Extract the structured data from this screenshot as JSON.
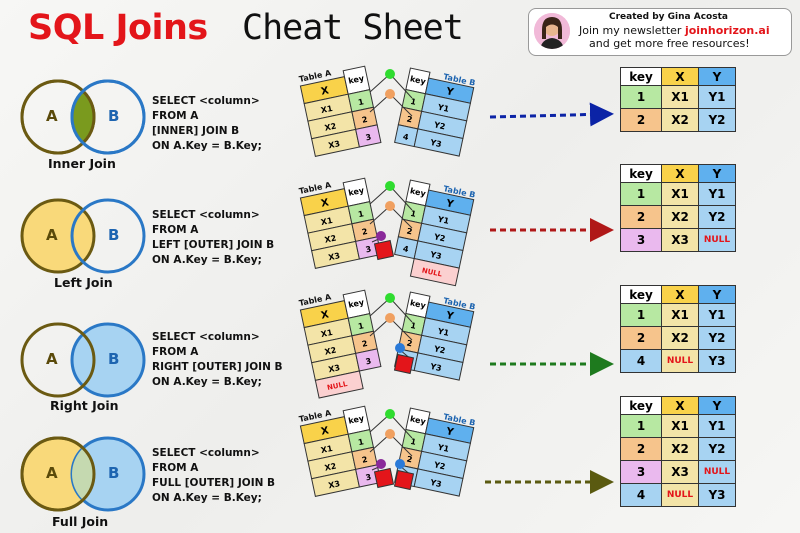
{
  "title": {
    "part1": "SQL Joins",
    "part2": "Cheat Sheet"
  },
  "credit": {
    "author": "Created by Gina Acosta",
    "line1_pre": "Join my newsletter ",
    "line1_link": "joinhorizon.ai",
    "line2": "and get more free resources!"
  },
  "colors": {
    "red": "#e3151a",
    "yellow": "#f9d24a",
    "blue": "#5fb0ee",
    "green": "#b7e8a2",
    "orange": "#f6c48c",
    "purple": "#eab9ee"
  },
  "venn": {
    "a": "A",
    "b": "B"
  },
  "labels": {
    "table_a": "Table A",
    "table_b": "Table B",
    "key": "key",
    "x": "X",
    "y": "Y",
    "null": "NULL"
  },
  "joins": [
    {
      "name": "Inner Join",
      "code": [
        "SELECT <column>",
        "FROM A",
        "[INNER] JOIN B",
        "ON A.Key = B.Key;"
      ]
    },
    {
      "name": "Left Join",
      "code": [
        "SELECT <column>",
        "FROM A",
        "LEFT [OUTER] JOIN B",
        "ON A.Key = B.Key;"
      ]
    },
    {
      "name": "Right Join",
      "code": [
        "SELECT <column>",
        "FROM A",
        "RIGHT [OUTER] JOIN B",
        "ON A.Key = B.Key;"
      ]
    },
    {
      "name": "Full Join",
      "code": [
        "SELECT <column>",
        "FROM A",
        "FULL [OUTER] JOIN B",
        "ON A.Key = B.Key;"
      ]
    }
  ],
  "tables": {
    "a_keys": [
      "1",
      "2",
      "3"
    ],
    "a_x": [
      "X1",
      "X2",
      "X3"
    ],
    "b_keys": [
      "1",
      "2",
      "4"
    ],
    "b_y": [
      "Y1",
      "Y2",
      "Y3"
    ]
  },
  "results": [
    {
      "rows": [
        [
          "1",
          "X1",
          "Y1"
        ],
        [
          "2",
          "X2",
          "Y2"
        ]
      ]
    },
    {
      "rows": [
        [
          "1",
          "X1",
          "Y1"
        ],
        [
          "2",
          "X2",
          "Y2"
        ],
        [
          "3",
          "X3",
          "NULL"
        ]
      ]
    },
    {
      "rows": [
        [
          "1",
          "X1",
          "Y1"
        ],
        [
          "2",
          "X2",
          "Y2"
        ],
        [
          "4",
          "NULL",
          "Y3"
        ]
      ]
    },
    {
      "rows": [
        [
          "1",
          "X1",
          "Y1"
        ],
        [
          "2",
          "X2",
          "Y2"
        ],
        [
          "3",
          "X3",
          "NULL"
        ],
        [
          "4",
          "NULL",
          "Y3"
        ]
      ]
    }
  ]
}
